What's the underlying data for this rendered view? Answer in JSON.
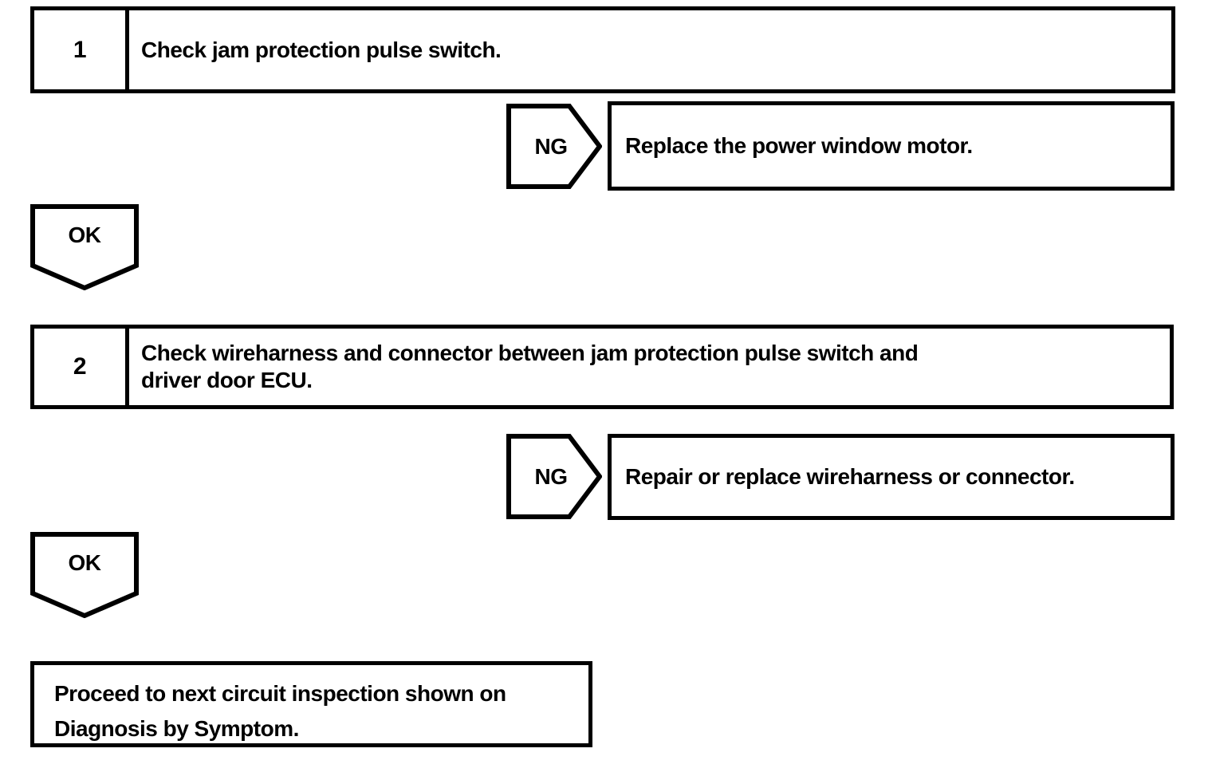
{
  "flowchart": {
    "step1": {
      "number": "1",
      "instruction": "Check jam protection pulse switch.",
      "ng": {
        "label": "NG",
        "action": "Replace the power window motor."
      },
      "ok_label": "OK"
    },
    "step2": {
      "number": "2",
      "instruction_line1": "Check wireharness and connector between jam protection pulse switch and",
      "instruction_line2": "driver door ECU.",
      "ng": {
        "label": "NG",
        "action": "Repair or replace wireharness or connector."
      },
      "ok_label": "OK"
    },
    "terminal": {
      "line1": "Proceed to next circuit inspection shown on",
      "line2": "Diagnosis by Symptom."
    },
    "colors": {
      "ink": "#000000",
      "paper": "#ffffff"
    }
  }
}
